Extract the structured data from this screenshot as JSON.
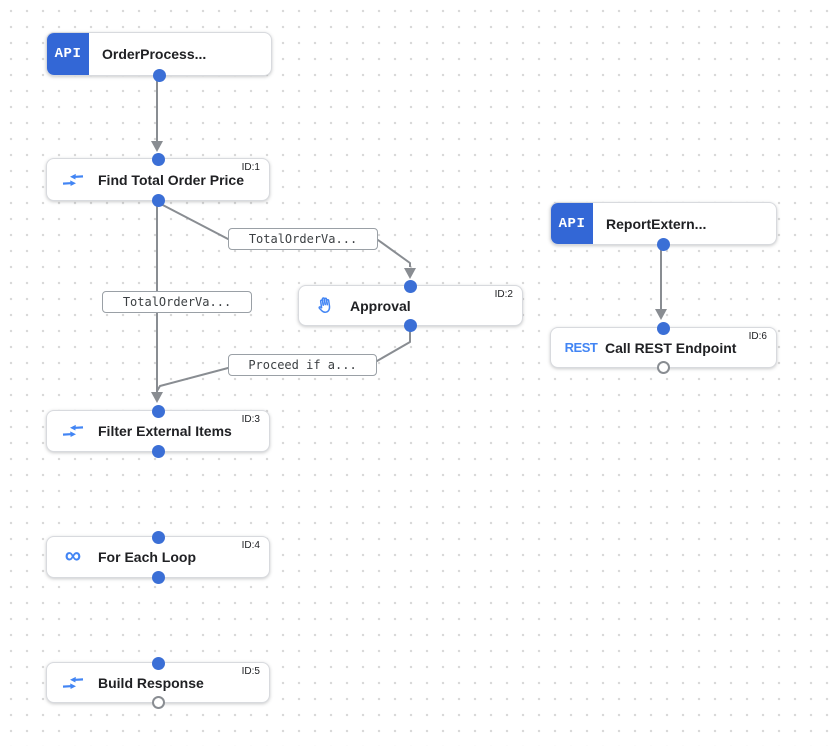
{
  "canvas": {
    "grid_dot_color": "#d9d9d9",
    "background": "#ffffff"
  },
  "colors": {
    "trigger_badge_blue": "#3367d6",
    "connector_dot_blue": "#3b6fd6",
    "icon_blue": "#4285f4",
    "edge_gray": "#898d92",
    "node_border": "#d8dade",
    "label_border": "#9aa0a6",
    "title_text": "#202124"
  },
  "nodes": [
    {
      "kind": "api-trigger",
      "badge": "API",
      "title": "OrderProcess..."
    },
    {
      "kind": "data-mapping",
      "title": "Find Total Order Price",
      "id_label": "ID:1"
    },
    {
      "kind": "approval",
      "title": "Approval",
      "id_label": "ID:2"
    },
    {
      "kind": "api-trigger",
      "badge": "API",
      "title": "ReportExtern..."
    },
    {
      "kind": "rest-task",
      "icon_text": "REST",
      "title": "Call REST Endpoint",
      "id_label": "ID:6"
    },
    {
      "kind": "data-mapping",
      "title": "Filter External Items",
      "id_label": "ID:3"
    },
    {
      "kind": "for-each-loop",
      "icon_text": "∞",
      "title": "For Each Loop",
      "id_label": "ID:4"
    },
    {
      "kind": "data-mapping",
      "title": "Build Response",
      "id_label": "ID:5"
    }
  ],
  "edge_labels": [
    {
      "text": "TotalOrderVa..."
    },
    {
      "text": "TotalOrderVa..."
    },
    {
      "text": "Proceed if a..."
    }
  ]
}
